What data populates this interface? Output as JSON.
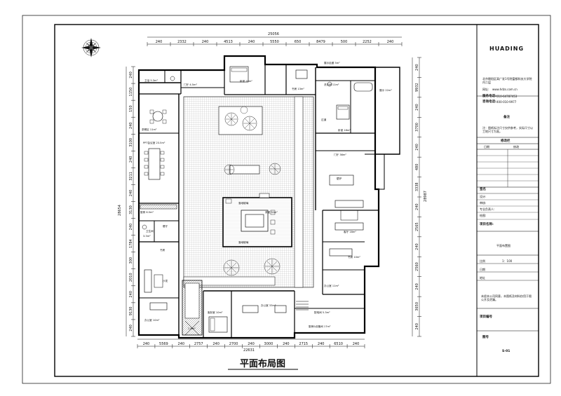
{
  "drawing_title": "平面布局图",
  "dimensions": {
    "top_total": "25056",
    "top_segments": [
      "240",
      "2332",
      "240",
      "4513",
      "240",
      "5550",
      "650",
      "8479",
      "500",
      "2252",
      "240"
    ],
    "bottom_total": "22631",
    "bottom_segments": [
      "240",
      "5569",
      "240",
      "2757",
      "240",
      "2700",
      "240",
      "3000",
      "240",
      "2715",
      "240",
      "6510",
      "240"
    ],
    "left_total": "28654",
    "left_segments": [
      "240",
      "1150",
      "150",
      "240",
      "3100",
      "240",
      "3211",
      "240",
      "3130",
      "240",
      "1784",
      "300",
      "2010",
      "240",
      "9130",
      "240"
    ],
    "right_total": "28987",
    "right_segments": [
      "240",
      "9932",
      "240",
      "3700",
      "240",
      "480",
      "3338",
      "240",
      "2565",
      "240",
      "2560",
      "240",
      "3650",
      "240"
    ]
  },
  "rooms": {
    "toilet_top": "卫浴 5.3m²",
    "hall_top_left": "门厅 4.5m²",
    "bedroom_top": "卧室 20m²",
    "study_top": "书房 13m²",
    "display_corridor": "展示走廊 5m²",
    "bathroom": "洗手间 11m²",
    "corridor": "过道",
    "bedroom_right": "卧室 18m²",
    "display_right": "展示 22m²",
    "tea_zone": "茶餐区 11m²",
    "meeting": "PPT会议室 23.5m²",
    "entrance_right": "门厅 36m²",
    "fireplace": "壁炉",
    "kitchen": "厨房 6.5m²",
    "wash": "卫生间",
    "dining": "餐厅",
    "tea_pavilion_a": "落地玻璃",
    "tea_pavilion_b": "落地玻璃",
    "tea_pavilion_room": "茶室 32m²",
    "study_left": "书房",
    "sofa_left": "沙发",
    "living": "客厅 18m²",
    "study_right": "书房 10m²",
    "office_right": "办公室 11m²",
    "office_bottom": "办公室 33m²",
    "bedroom_bottom": "客卧室 10m²",
    "power_room": "配电间 5.3m²",
    "equipment": "厨房&设备间 17m²",
    "office_left_bottom": "办公室 10m²",
    "small_1": "3.3m²",
    "small_2": "2.8m²"
  },
  "title_block": {
    "brand": "HUADING",
    "address": "北京朝阳区高广发1号院富都科技大学院内二层",
    "website_label": "网址:",
    "website": "www.hdzs.com.cn",
    "phone_label": "服务电话:",
    "phone": "010-64787453",
    "consult_label": "咨询电话:",
    "consult": "400-010-9977",
    "remark_title": "备注",
    "remark_text": "注：图纸标注尺寸仅供参考，实际尺寸以工地尺寸为准。",
    "revision_title": "修改栏",
    "date_col": "日期",
    "revise_col": "修改",
    "name_label": "签名",
    "design_label": "设计:",
    "review_label": "审核:",
    "manager_label": "专业负责人:",
    "drafter_label": "绘图:",
    "project_label": "项目名称:",
    "drawing_name": "平面布置图",
    "scale_label": "比例",
    "scale": "1：100",
    "date_label": "日期",
    "location_label": "地址",
    "copyright": "未经本公司同意，本图纸及材料仅用于限公开及泄漏。",
    "project_no_label": "项目编号",
    "sheet_no_label": "图号",
    "sheet_no": "S-01"
  }
}
